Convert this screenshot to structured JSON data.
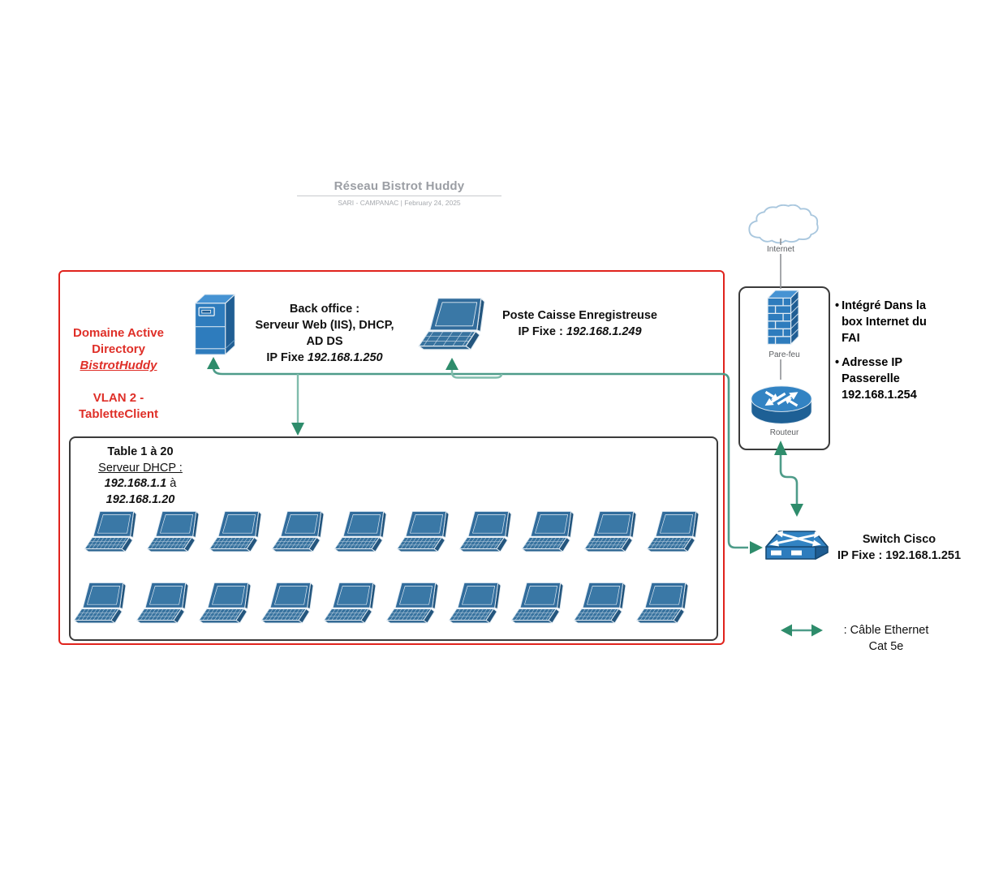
{
  "header": {
    "title": "Réseau Bistrot Huddy",
    "subtitle": "SARI - CAMPANAC  |  February 24, 2025"
  },
  "domain": {
    "line1": "Domaine Active",
    "line2": "Directory",
    "line3": "BistrotHuddy",
    "vlan1": "VLAN 2 -",
    "vlan2": "TabletteClient"
  },
  "back_office": {
    "line1": "Back office :",
    "line2": "Serveur Web (IIS), DHCP,",
    "line3": "AD DS",
    "ip_label": "IP Fixe ",
    "ip": "192.168.1.250"
  },
  "pos_terminal": {
    "line1": "Poste Caisse Enregistreuse",
    "ip_label": "IP Fixe : ",
    "ip": "192.168.1.249"
  },
  "tables_area": {
    "line1": "Table 1 à 20",
    "line2": "Serveur DHCP :",
    "ip_start": "192.168.1.1",
    "separator": " à",
    "ip_end": "192.168.1.20",
    "laptop_count": 20
  },
  "internet": {
    "label": "Internet"
  },
  "gateway": {
    "firewall_label": "Pare-feu",
    "router_label": "Routeur",
    "note1": "Intégré Dans la box Internet du FAI",
    "note2": "Adresse IP Passerelle 192.168.1.254"
  },
  "switch": {
    "name": "Switch Cisco",
    "ip": "IP Fixe : 192.168.1.251"
  },
  "legend": {
    "label": ": Câble Ethernet",
    "label2": "Cat 5e"
  },
  "icons": {
    "internet": "cloud-icon",
    "firewall": "brick-wall-icon",
    "router": "router-icon",
    "switch": "switch-icon",
    "server": "server-tower-icon",
    "client": "laptop-icon",
    "cable": "double-arrow-icon"
  },
  "colors": {
    "domain_border": "#E0231D",
    "domain_text": "#DF2F28",
    "cable_line": "#4E9C89",
    "cable_branch": "#7FBCAC",
    "cable_arrow": "#2E8C6B",
    "device_blue": "#2E7CBD",
    "device_blue_dark": "#205E94",
    "device_blue_light": "#4693D3",
    "box_border": "#3B3B3B",
    "connector_gray": "#8F9296"
  }
}
